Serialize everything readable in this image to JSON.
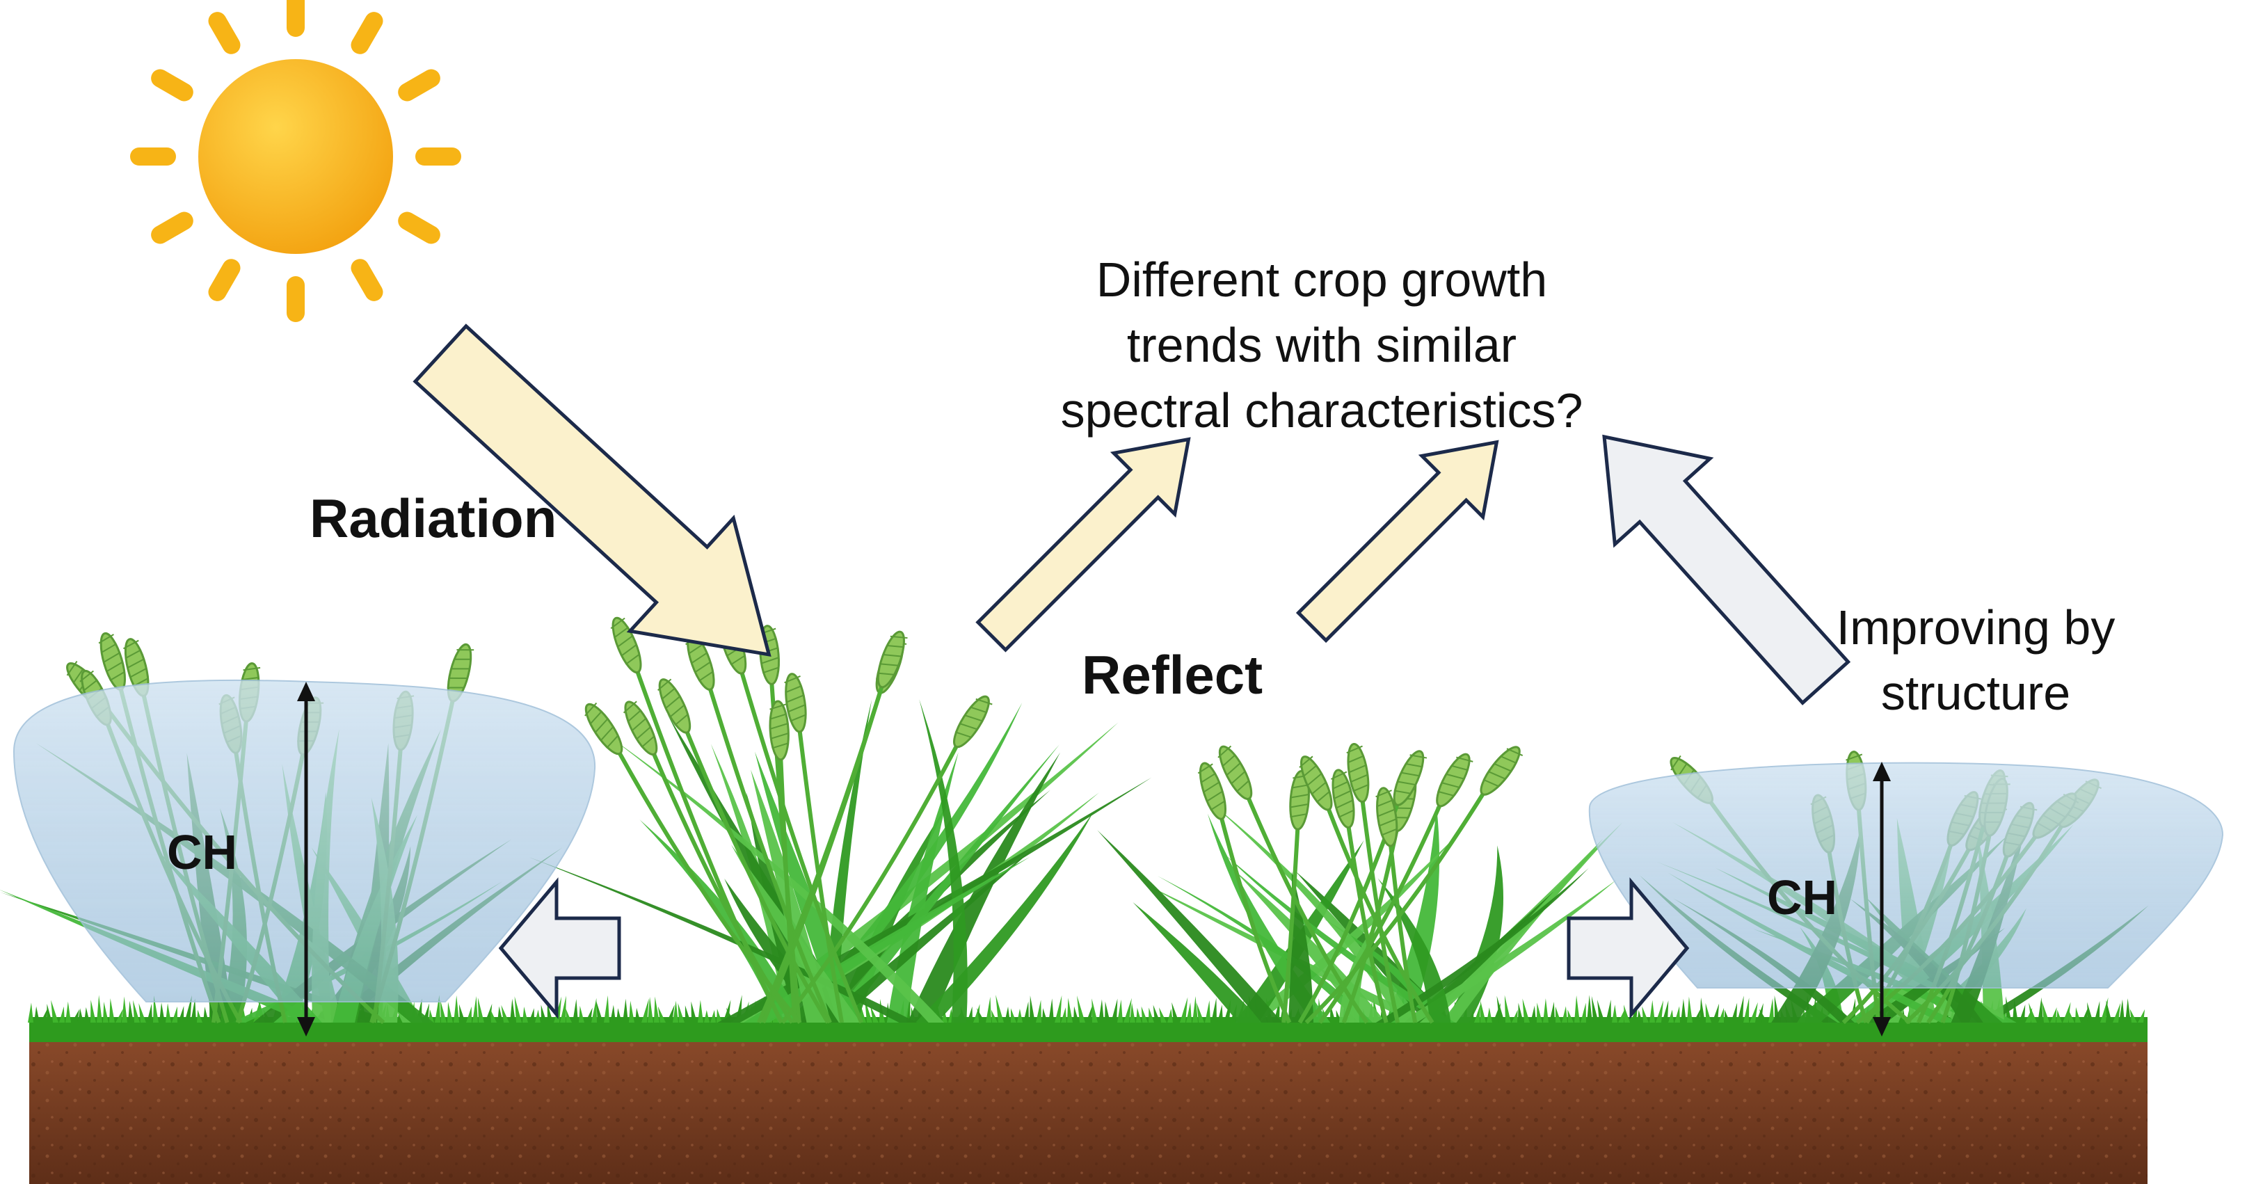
{
  "labels": {
    "question": [
      "Different crop growth",
      "trends with similar",
      "spectral characteristics?"
    ],
    "radiation": "Radiation",
    "reflect": "Reflect",
    "improving": [
      "Improving by",
      "structure"
    ],
    "ch_left": "CH",
    "ch_right": "CH"
  },
  "icons": [
    "sun-icon",
    "radiation-arrow",
    "reflect-arrow",
    "structure-arrow",
    "side-arrow",
    "wheat-plant",
    "soil",
    "grass"
  ],
  "colors": {
    "sun": "#f7b416",
    "radiation_arrow": "#fbf1cc",
    "structure_arrow": "#eef0f3",
    "arrow_outline": "#1c2a4a",
    "canopy_cone": "#a9c9e2",
    "plant_green": "#3ba82c",
    "grass": "#2e9b1e",
    "soil": "#7a3f24"
  }
}
